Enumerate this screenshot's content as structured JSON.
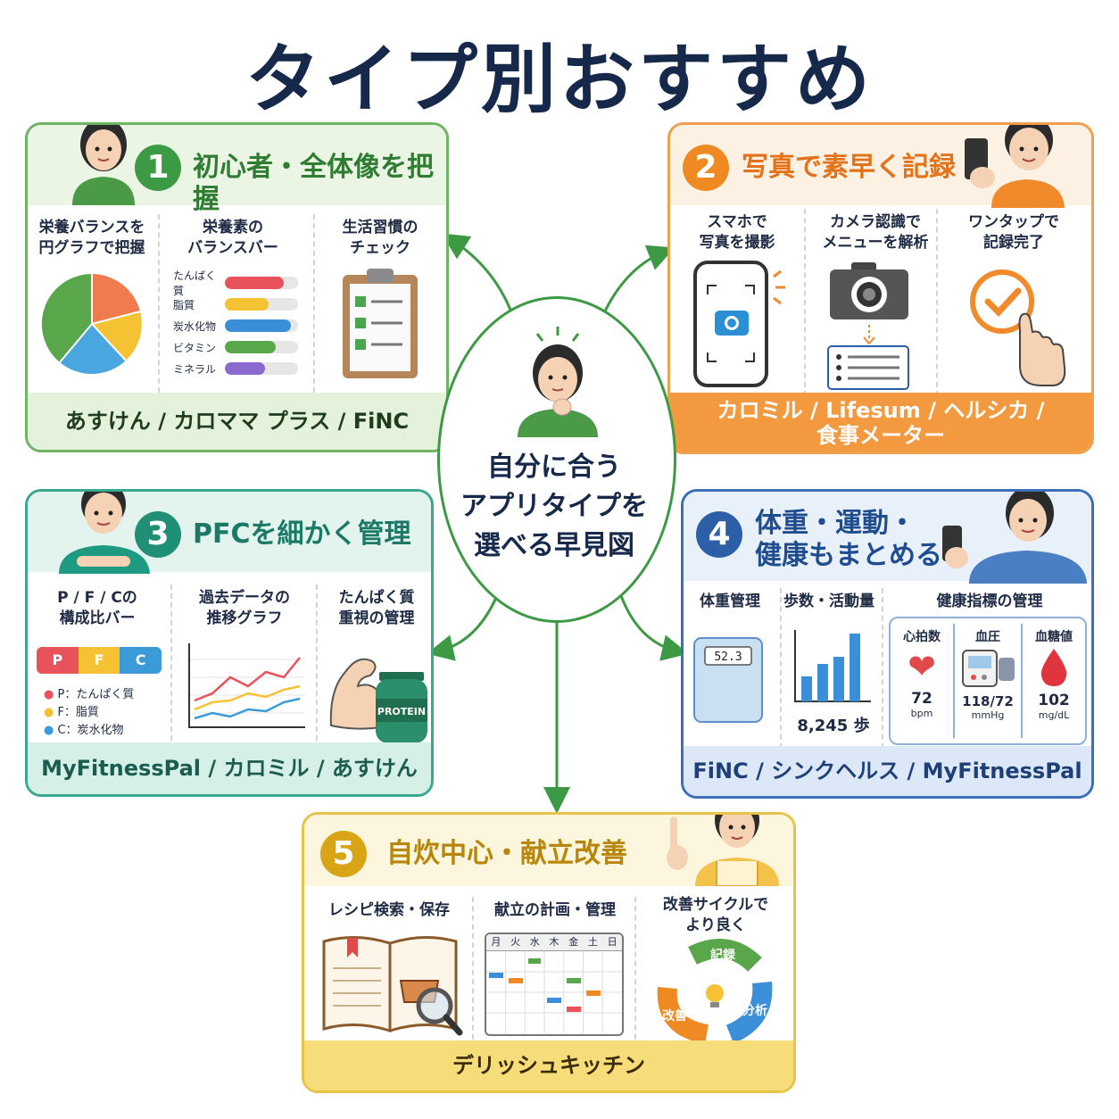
{
  "title": "タイプ別おすすめ",
  "center": {
    "line1": "自分に合う",
    "line2": "アプリタイプを",
    "line3": "選べる早見図"
  },
  "colors": {
    "green": "#3d9a44",
    "orange": "#ef8a22",
    "teal": "#1f8f76",
    "blue": "#2c5fa8",
    "yellow": "#d9a516"
  },
  "p1": {
    "num": "1",
    "title": "初心者・全体像を把握",
    "c1": {
      "l1": "栄養バランスを",
      "l2": "円グラフで把握"
    },
    "c2": {
      "l1": "栄養素の",
      "l2": "バランスバー",
      "bars": [
        {
          "label": "たんぱく質",
          "value": 0.8
        },
        {
          "label": "脂質",
          "value": 0.6
        },
        {
          "label": "炭水化物",
          "value": 0.9
        },
        {
          "label": "ビタミン",
          "value": 0.7
        },
        {
          "label": "ミネラル",
          "value": 0.55
        }
      ]
    },
    "c3": {
      "l1": "生活習慣の",
      "l2": "チェック"
    },
    "footer": "あすけん / カロママ プラス / FiNC"
  },
  "p2": {
    "num": "2",
    "title": "写真で素早く記録",
    "c1": {
      "l1": "スマホで",
      "l2": "写真を撮影"
    },
    "c2": {
      "l1": "カメラ認識で",
      "l2": "メニューを解析"
    },
    "c3": {
      "l1": "ワンタップで",
      "l2": "記録完了"
    },
    "footer1": "カロミル / Lifesum / ヘルシカ /",
    "footer2": "食事メーター"
  },
  "p3": {
    "num": "3",
    "title": "PFCを細かく管理",
    "c1": {
      "l1": "P / F / Cの",
      "l2": "構成比バー",
      "seg": [
        "P",
        "F",
        "C"
      ],
      "legend": [
        "P：たんぱく質",
        "F：脂質",
        "C：炭水化物"
      ]
    },
    "c2": {
      "l1": "過去データの",
      "l2": "推移グラフ"
    },
    "c3": {
      "l1": "たんぱく質",
      "l2": "重視の管理",
      "jar": "PROTEIN"
    },
    "footer": "MyFitnessPal / カロミル / あすけん"
  },
  "p4": {
    "num": "4",
    "title1": "体重・運動・",
    "title2": "健康もまとめる",
    "c1": {
      "label": "体重管理",
      "scale": "52.3"
    },
    "c2": {
      "label": "歩数・活動量",
      "steps": "8,245 歩"
    },
    "c3": {
      "label": "健康指標の管理",
      "hr": {
        "label": "心拍数",
        "value": "72",
        "unit": "bpm"
      },
      "bp": {
        "label": "血圧",
        "value": "118/72",
        "unit": "mmHg"
      },
      "bg": {
        "label": "血糖値",
        "value": "102",
        "unit": "mg/dL"
      }
    },
    "footer": "FiNC / シンクヘルス / MyFitnessPal"
  },
  "p5": {
    "num": "5",
    "title": "自炊中心・献立改善",
    "c1": {
      "label": "レシピ検索・保存"
    },
    "c2": {
      "label": "献立の計画・管理",
      "days": [
        "月",
        "火",
        "水",
        "木",
        "金",
        "土",
        "日"
      ]
    },
    "c3": {
      "l1": "改善サイクルで",
      "l2": "より良く",
      "cycle": [
        "記録",
        "分析",
        "改善"
      ]
    },
    "footer": "デリッシュキッチン"
  }
}
